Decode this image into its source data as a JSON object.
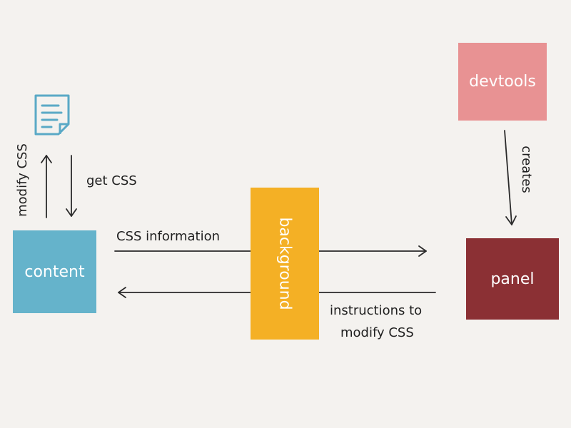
{
  "nodes": {
    "content": "content",
    "background": "background",
    "devtools": "devtools",
    "panel": "panel"
  },
  "edges": {
    "modify_css": "modify CSS",
    "get_css": "get CSS",
    "css_information": "CSS information",
    "instructions_line1": "instructions to",
    "instructions_line2": "modify CSS",
    "creates": "creates"
  },
  "icons": {
    "document": "document-icon"
  },
  "colors": {
    "content": "#65b3cb",
    "background": "#f4b025",
    "devtools": "#e89293",
    "panel": "#8b3034",
    "document_icon": "#5aa9c6"
  }
}
